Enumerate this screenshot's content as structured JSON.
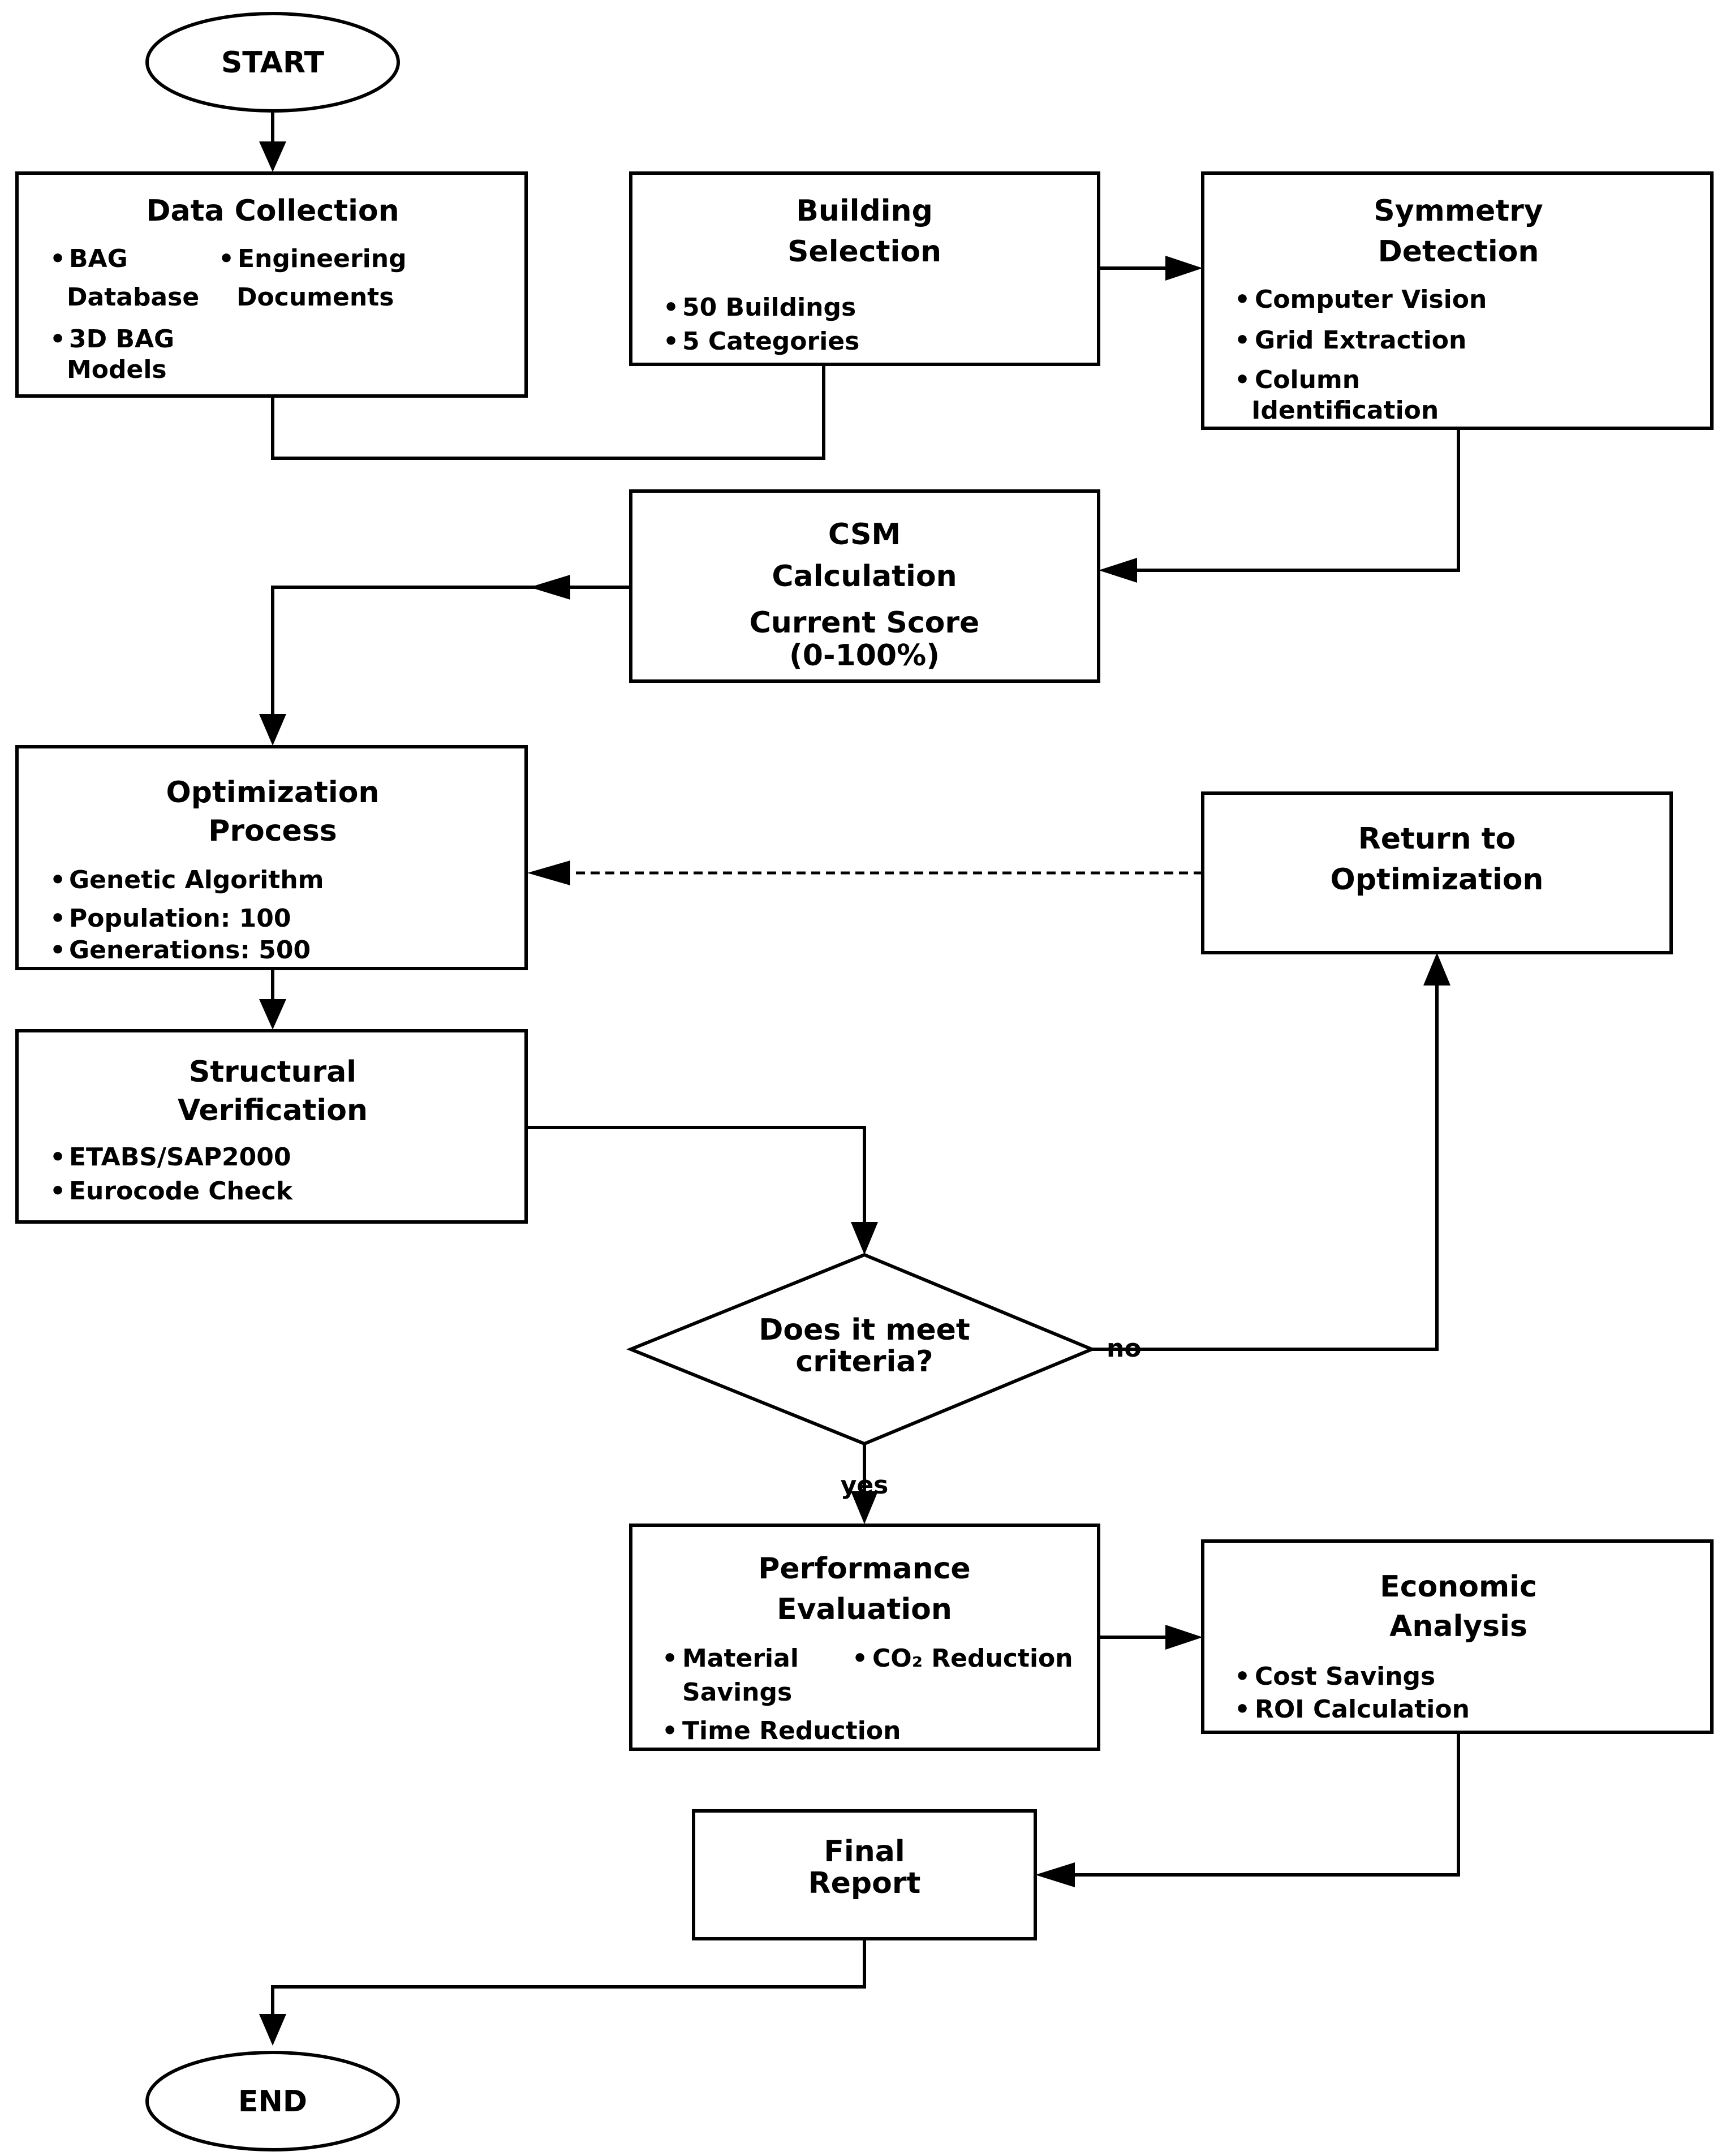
{
  "nodes": {
    "start": {
      "label": "START"
    },
    "data_collection": {
      "title": "Data Collection",
      "bullets": [
        "BAG",
        "Database",
        "Engineering",
        "Documents",
        "3D BAG",
        "Models"
      ]
    },
    "building_selection": {
      "title": [
        "Building",
        "Selection"
      ],
      "bullets": [
        "50 Buildings",
        "5 Categories"
      ]
    },
    "symmetry_detection": {
      "title": [
        "Symmetry",
        "Detection"
      ],
      "bullets": [
        "Computer Vision",
        "Grid Extraction",
        "Column",
        "Identification"
      ]
    },
    "csm_calculation": {
      "title": [
        "CSM",
        "Calculation"
      ],
      "subtitle": [
        "Current Score",
        "(0-100%)"
      ]
    },
    "optimization_process": {
      "title": [
        "Optimization",
        "Process"
      ],
      "bullets": [
        "Genetic Algorithm",
        "Population: 100",
        "Generations: 500"
      ]
    },
    "return_to_optimization": {
      "title": [
        "Return to",
        "Optimization"
      ]
    },
    "structural_verification": {
      "title": [
        "Structural",
        "Verification"
      ],
      "bullets": [
        "ETABS/SAP2000",
        "Eurocode Check"
      ]
    },
    "decision": {
      "label": [
        "Does it meet",
        "criteria?"
      ],
      "no_label": "no",
      "yes_label": "yes"
    },
    "performance_evaluation": {
      "title": [
        "Performance",
        "Evaluation"
      ],
      "bullets": [
        "Material",
        "Savings",
        "CO₂ Reduction",
        "Time Reduction"
      ]
    },
    "economic_analysis": {
      "title": [
        "Economic",
        "Analysis"
      ],
      "bullets": [
        "Cost Savings",
        "ROI Calculation"
      ]
    },
    "final_report": {
      "title": [
        "Final",
        "Report"
      ]
    },
    "end": {
      "label": "END"
    }
  }
}
